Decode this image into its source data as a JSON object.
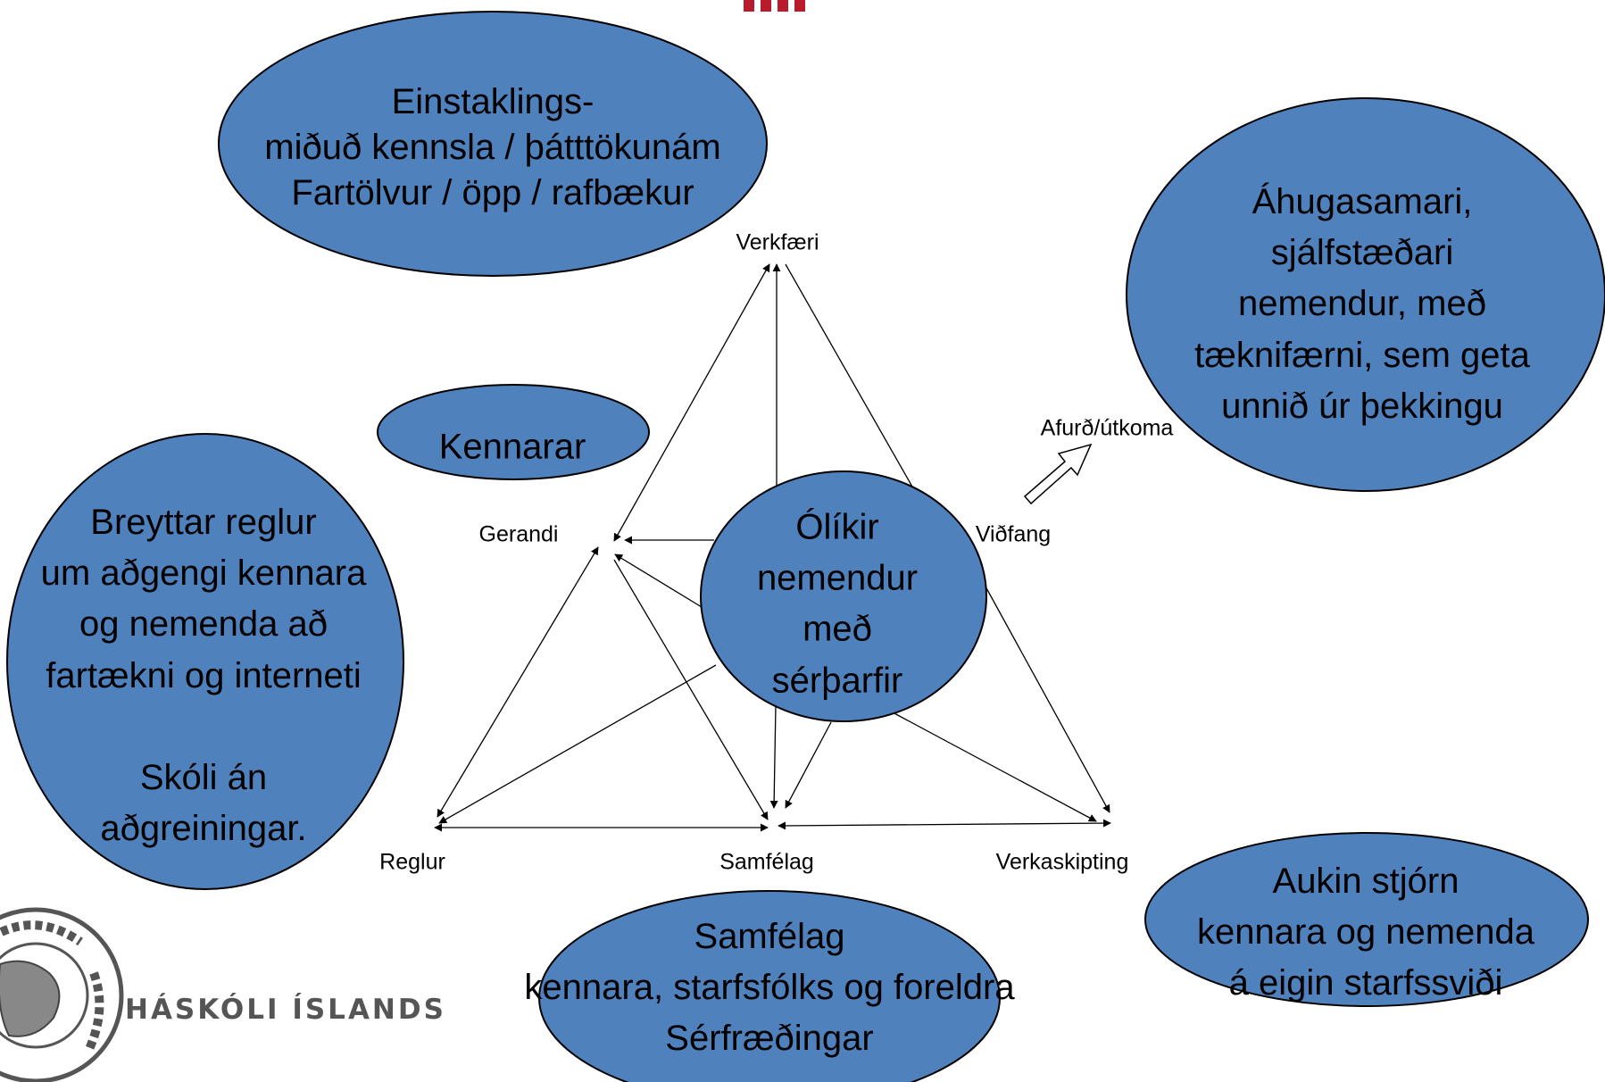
{
  "ellipses": {
    "top_left": [
      "Einstaklings-",
      "miðuð kennsla / þátttökunám",
      "Fartölvur / öpp / rafbækur"
    ],
    "kennarar": [
      "Kennarar"
    ],
    "left": [
      "Breyttar reglur",
      "um aðgengi kennara",
      "og nemenda að",
      "fartækni og interneti",
      "",
      "Skóli án",
      "aðgreiningar."
    ],
    "center": [
      "Ólíkir",
      "nemendur",
      "með",
      "sérþarfir"
    ],
    "right": [
      "Áhugasamari,",
      "sjálfstæðari",
      "nemendur, með",
      "tæknifærni, sem geta",
      "unnið úr þekkingu"
    ],
    "bottom": [
      "Samfélag",
      "kennara, starfsfólks og foreldra",
      "Sérfræðingar"
    ],
    "bottom_right": [
      "Aukin stjórn",
      "kennara  og nemenda",
      "á eigin starfssviði"
    ]
  },
  "nodes": {
    "verkfaeri": "Verkfæri",
    "gerandi": "Gerandi",
    "vidfang": "Viðfang",
    "afurd": "Afurð/útkoma",
    "reglur": "Reglur",
    "samfelag": "Samfélag",
    "verkaskipting": "Verkaskipting"
  },
  "logo": {
    "text": "HÁSKÓLI ÍSLANDS"
  },
  "colors": {
    "ellipse_fill": "#4f81bd",
    "logo_red": "#b81c2c"
  }
}
